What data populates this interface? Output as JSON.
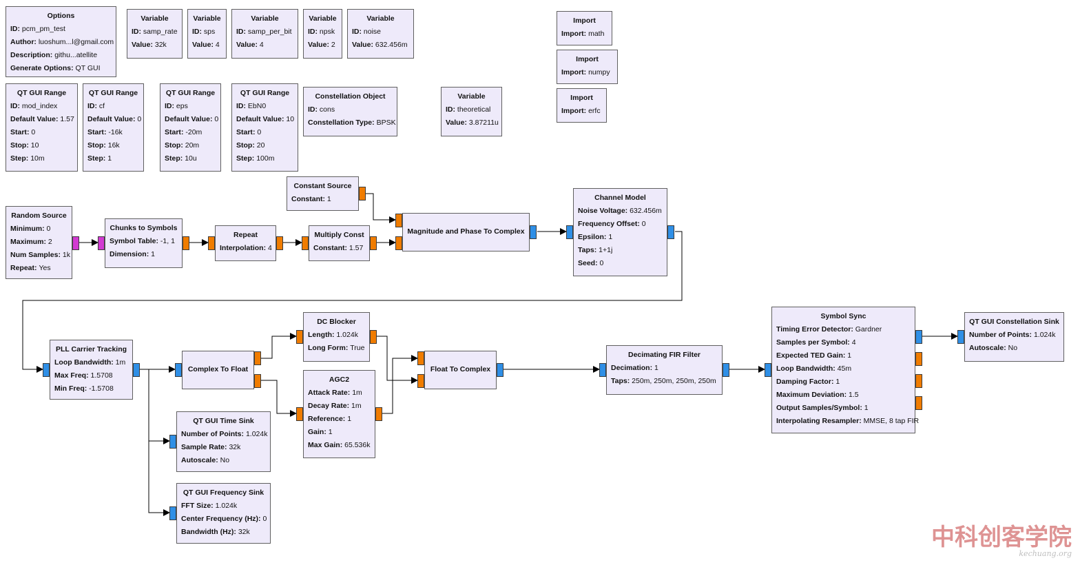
{
  "blocks": {
    "options": {
      "title": "Options",
      "params": [
        {
          "k": "ID",
          "v": "pcm_pm_test"
        },
        {
          "k": "Author",
          "v": "luoshum...l@gmail.com"
        },
        {
          "k": "Description",
          "v": "githu...atellite"
        },
        {
          "k": "Generate Options",
          "v": "QT GUI"
        }
      ]
    },
    "var_samp_rate": {
      "title": "Variable",
      "params": [
        {
          "k": "ID",
          "v": "samp_rate"
        },
        {
          "k": "Value",
          "v": "32k"
        }
      ]
    },
    "var_sps": {
      "title": "Variable",
      "params": [
        {
          "k": "ID",
          "v": "sps"
        },
        {
          "k": "Value",
          "v": "4"
        }
      ]
    },
    "var_samp_per_bit": {
      "title": "Variable",
      "params": [
        {
          "k": "ID",
          "v": "samp_per_bit"
        },
        {
          "k": "Value",
          "v": "4"
        }
      ]
    },
    "var_npsk": {
      "title": "Variable",
      "params": [
        {
          "k": "ID",
          "v": "npsk"
        },
        {
          "k": "Value",
          "v": "2"
        }
      ]
    },
    "var_noise": {
      "title": "Variable",
      "params": [
        {
          "k": "ID",
          "v": "noise"
        },
        {
          "k": "Value",
          "v": "632.456m"
        }
      ]
    },
    "import_math": {
      "title": "Import",
      "params": [
        {
          "k": "Import",
          "v": "math"
        }
      ]
    },
    "import_numpy": {
      "title": "Import",
      "params": [
        {
          "k": "Import",
          "v": "numpy"
        }
      ]
    },
    "import_erfc": {
      "title": "Import",
      "params": [
        {
          "k": "Import",
          "v": "erfc"
        }
      ]
    },
    "range_mod_index": {
      "title": "QT GUI Range",
      "params": [
        {
          "k": "ID",
          "v": "mod_index"
        },
        {
          "k": "Default Value",
          "v": "1.57"
        },
        {
          "k": "Start",
          "v": "0"
        },
        {
          "k": "Stop",
          "v": "10"
        },
        {
          "k": "Step",
          "v": "10m"
        }
      ]
    },
    "range_cf": {
      "title": "QT GUI Range",
      "params": [
        {
          "k": "ID",
          "v": "cf"
        },
        {
          "k": "Default Value",
          "v": "0"
        },
        {
          "k": "Start",
          "v": "-16k"
        },
        {
          "k": "Stop",
          "v": "16k"
        },
        {
          "k": "Step",
          "v": "1"
        }
      ]
    },
    "range_eps": {
      "title": "QT GUI Range",
      "params": [
        {
          "k": "ID",
          "v": "eps"
        },
        {
          "k": "Default Value",
          "v": "0"
        },
        {
          "k": "Start",
          "v": "-20m"
        },
        {
          "k": "Stop",
          "v": "20m"
        },
        {
          "k": "Step",
          "v": "10u"
        }
      ]
    },
    "range_ebn0": {
      "title": "QT GUI Range",
      "params": [
        {
          "k": "ID",
          "v": "EbN0"
        },
        {
          "k": "Default Value",
          "v": "10"
        },
        {
          "k": "Start",
          "v": "0"
        },
        {
          "k": "Stop",
          "v": "20"
        },
        {
          "k": "Step",
          "v": "100m"
        }
      ]
    },
    "constellation_object": {
      "title": "Constellation Object",
      "params": [
        {
          "k": "ID",
          "v": "cons"
        },
        {
          "k": "Constellation Type",
          "v": "BPSK"
        }
      ]
    },
    "var_theoretical": {
      "title": "Variable",
      "params": [
        {
          "k": "ID",
          "v": "theoretical"
        },
        {
          "k": "Value",
          "v": "3.87211u"
        }
      ]
    },
    "random_source": {
      "title": "Random Source",
      "params": [
        {
          "k": "Minimum",
          "v": "0"
        },
        {
          "k": "Maximum",
          "v": "2"
        },
        {
          "k": "Num Samples",
          "v": "1k"
        },
        {
          "k": "Repeat",
          "v": "Yes"
        }
      ]
    },
    "chunks_to_symbols": {
      "title": "Chunks to Symbols",
      "params": [
        {
          "k": "Symbol Table",
          "v": "-1, 1"
        },
        {
          "k": "Dimension",
          "v": "1"
        }
      ]
    },
    "repeat": {
      "title": "Repeat",
      "params": [
        {
          "k": "Interpolation",
          "v": "4"
        }
      ]
    },
    "multiply_const": {
      "title": "Multiply Const",
      "params": [
        {
          "k": "Constant",
          "v": "1.57"
        }
      ]
    },
    "constant_source": {
      "title": "Constant Source",
      "params": [
        {
          "k": "Constant",
          "v": "1"
        }
      ]
    },
    "mag_phase_to_complex": {
      "title": "Magnitude and Phase To Complex",
      "params": []
    },
    "channel_model": {
      "title": "Channel Model",
      "params": [
        {
          "k": "Noise Voltage",
          "v": "632.456m"
        },
        {
          "k": "Frequency Offset",
          "v": "0"
        },
        {
          "k": "Epsilon",
          "v": "1"
        },
        {
          "k": "Taps",
          "v": "1+1j"
        },
        {
          "k": "Seed",
          "v": "0"
        }
      ]
    },
    "pll_carrier_tracking": {
      "title": "PLL Carrier Tracking",
      "params": [
        {
          "k": "Loop Bandwidth",
          "v": "1m"
        },
        {
          "k": "Max Freq",
          "v": "1.5708"
        },
        {
          "k": "Min Freq",
          "v": "-1.5708"
        }
      ]
    },
    "complex_to_float": {
      "title": "Complex To Float",
      "params": []
    },
    "dc_blocker": {
      "title": "DC Blocker",
      "params": [
        {
          "k": "Length",
          "v": "1.024k"
        },
        {
          "k": "Long Form",
          "v": "True"
        }
      ]
    },
    "agc2": {
      "title": "AGC2",
      "params": [
        {
          "k": "Attack Rate",
          "v": "1m"
        },
        {
          "k": "Decay Rate",
          "v": "1m"
        },
        {
          "k": "Reference",
          "v": "1"
        },
        {
          "k": "Gain",
          "v": "1"
        },
        {
          "k": "Max Gain",
          "v": "65.536k"
        }
      ]
    },
    "float_to_complex": {
      "title": "Float To Complex",
      "params": []
    },
    "decimating_fir": {
      "title": "Decimating FIR Filter",
      "params": [
        {
          "k": "Decimation",
          "v": "1"
        },
        {
          "k": "Taps",
          "v": "250m, 250m, 250m, 250m"
        }
      ]
    },
    "symbol_sync": {
      "title": "Symbol Sync",
      "params": [
        {
          "k": "Timing Error Detector",
          "v": "Gardner"
        },
        {
          "k": "Samples per Symbol",
          "v": "4"
        },
        {
          "k": "Expected TED Gain",
          "v": "1"
        },
        {
          "k": "Loop Bandwidth",
          "v": "45m"
        },
        {
          "k": "Damping Factor",
          "v": "1"
        },
        {
          "k": "Maximum Deviation",
          "v": "1.5"
        },
        {
          "k": "Output Samples/Symbol",
          "v": "1"
        },
        {
          "k": "Interpolating Resampler",
          "v": "MMSE, 8 tap FIR"
        }
      ]
    },
    "qt_constellation_sink": {
      "title": "QT GUI Constellation Sink",
      "params": [
        {
          "k": "Number of Points",
          "v": "1.024k"
        },
        {
          "k": "Autoscale",
          "v": "No"
        }
      ]
    },
    "qt_time_sink": {
      "title": "QT GUI Time Sink",
      "params": [
        {
          "k": "Number of Points",
          "v": "1.024k"
        },
        {
          "k": "Sample Rate",
          "v": "32k"
        },
        {
          "k": "Autoscale",
          "v": "No"
        }
      ]
    },
    "qt_freq_sink": {
      "title": "QT GUI Frequency Sink",
      "params": [
        {
          "k": "FFT Size",
          "v": "1.024k"
        },
        {
          "k": "Center Frequency (Hz)",
          "v": "0"
        },
        {
          "k": "Bandwidth (Hz)",
          "v": "32k"
        }
      ]
    }
  },
  "colors": {
    "block_bg": "#eeeafa",
    "complex_port": "#2f8fe6",
    "float_port": "#f07c00",
    "byte_port": "#d23ad2",
    "wire": "#000000"
  },
  "watermark": {
    "logo": "中科创客学院",
    "url": "kechuang.org"
  }
}
